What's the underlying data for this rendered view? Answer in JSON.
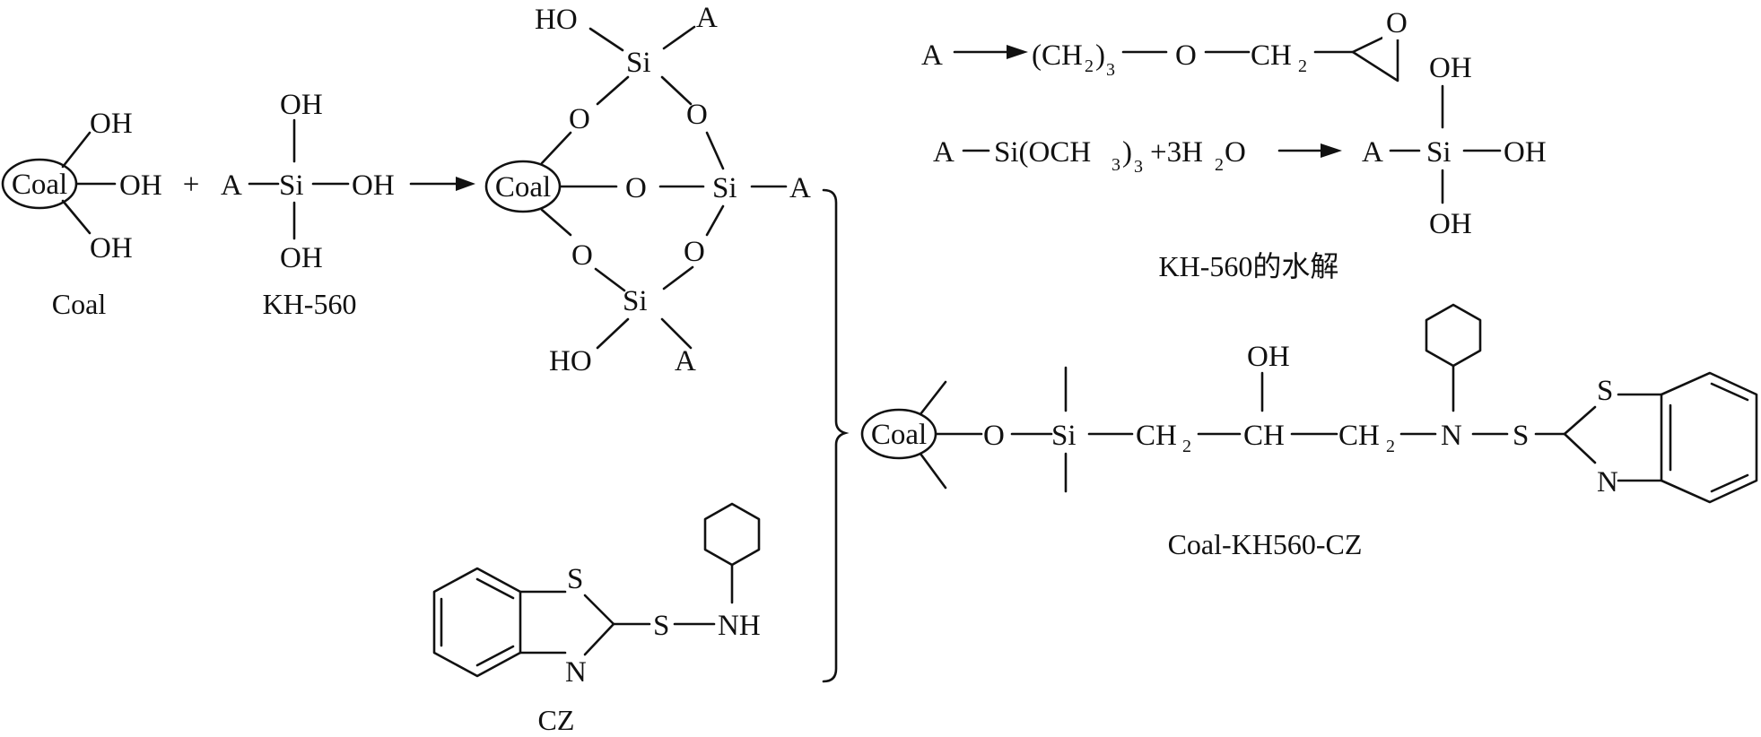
{
  "labels": {
    "coal": "Coal",
    "oh": "OH",
    "ho": "HO",
    "si": "Si",
    "o": "O",
    "a": "A",
    "plus": "+",
    "s": "S",
    "n": "N",
    "nh": "NH",
    "ch": "CH",
    "ch2": "CH",
    "sub2": "2",
    "sub3": "3"
  },
  "captions": {
    "coal": "Coal",
    "kh560": "KH-560",
    "cz": "CZ",
    "hydrolysis": "KH-560的水解",
    "product": "Coal-KH560-CZ"
  },
  "definition": {
    "prefix": "A",
    "ch2_open": "(CH",
    "ch2_close": ")",
    "dash_o": "—O—CH"
  },
  "hydrolysis_eq": {
    "left_a": "A",
    "reagent": "Si(OCH",
    "reagent_close": ")",
    "plus_water": "+3H",
    "water_o": "O"
  }
}
